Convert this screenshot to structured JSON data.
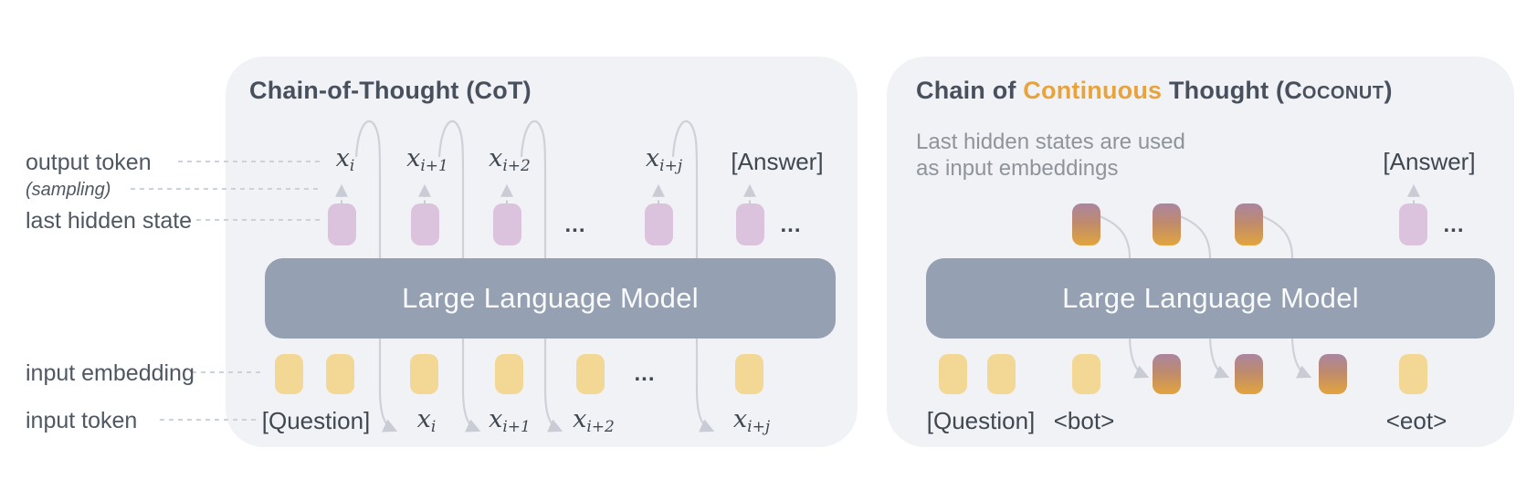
{
  "figure": {
    "ellipsis": "...",
    "colors": {
      "panel_bg": "#f1f2f6",
      "bar_bg": "#95a0b2",
      "bar_text": "#fafbfc",
      "chip_pink": "#dcc3dd",
      "chip_yellow": "#f3d795",
      "grad_top": "#aa85a0",
      "grad_mid": "#c08b6b",
      "grad_bottom": "#e2a53d",
      "title_text": "#47505c",
      "accent_orange": "#e8a33c",
      "label_text": "#4e5863",
      "subtitle_text": "#8f939a",
      "token_text": "#3f4750",
      "line": "#cdd1d8",
      "arrow": "#c9ccd4"
    },
    "left_panel": {
      "title": "Chain-of-Thought (CoT)",
      "llm_label": "Large Language Model",
      "row_labels": {
        "output_token": "output token",
        "sampling": "(sampling)",
        "last_hidden_state": "last hidden state",
        "input_embedding": "input embedding",
        "input_token": "input token"
      },
      "x_tokens": [
        {
          "base": "x",
          "sub": "i"
        },
        {
          "base": "x",
          "sub": "i+1"
        },
        {
          "base": "x",
          "sub": "i+2"
        },
        {
          "base": "x",
          "sub": "i+j"
        }
      ],
      "answer_token": "[Answer]",
      "question_token": "[Question]"
    },
    "right_panel": {
      "title": {
        "prefix": "Chain of ",
        "accent": "Continuous",
        "middle": " Thought (",
        "smallcaps_initial": "C",
        "smallcaps_rest": "OCONUT",
        "suffix": ")"
      },
      "subtitle_line1": "Last hidden states are used",
      "subtitle_line2": "as input embeddings",
      "llm_label": "Large Language Model",
      "answer_token": "[Answer]",
      "question_token": "[Question]",
      "bot_token": "<bot>",
      "eot_token": "<eot>"
    }
  }
}
